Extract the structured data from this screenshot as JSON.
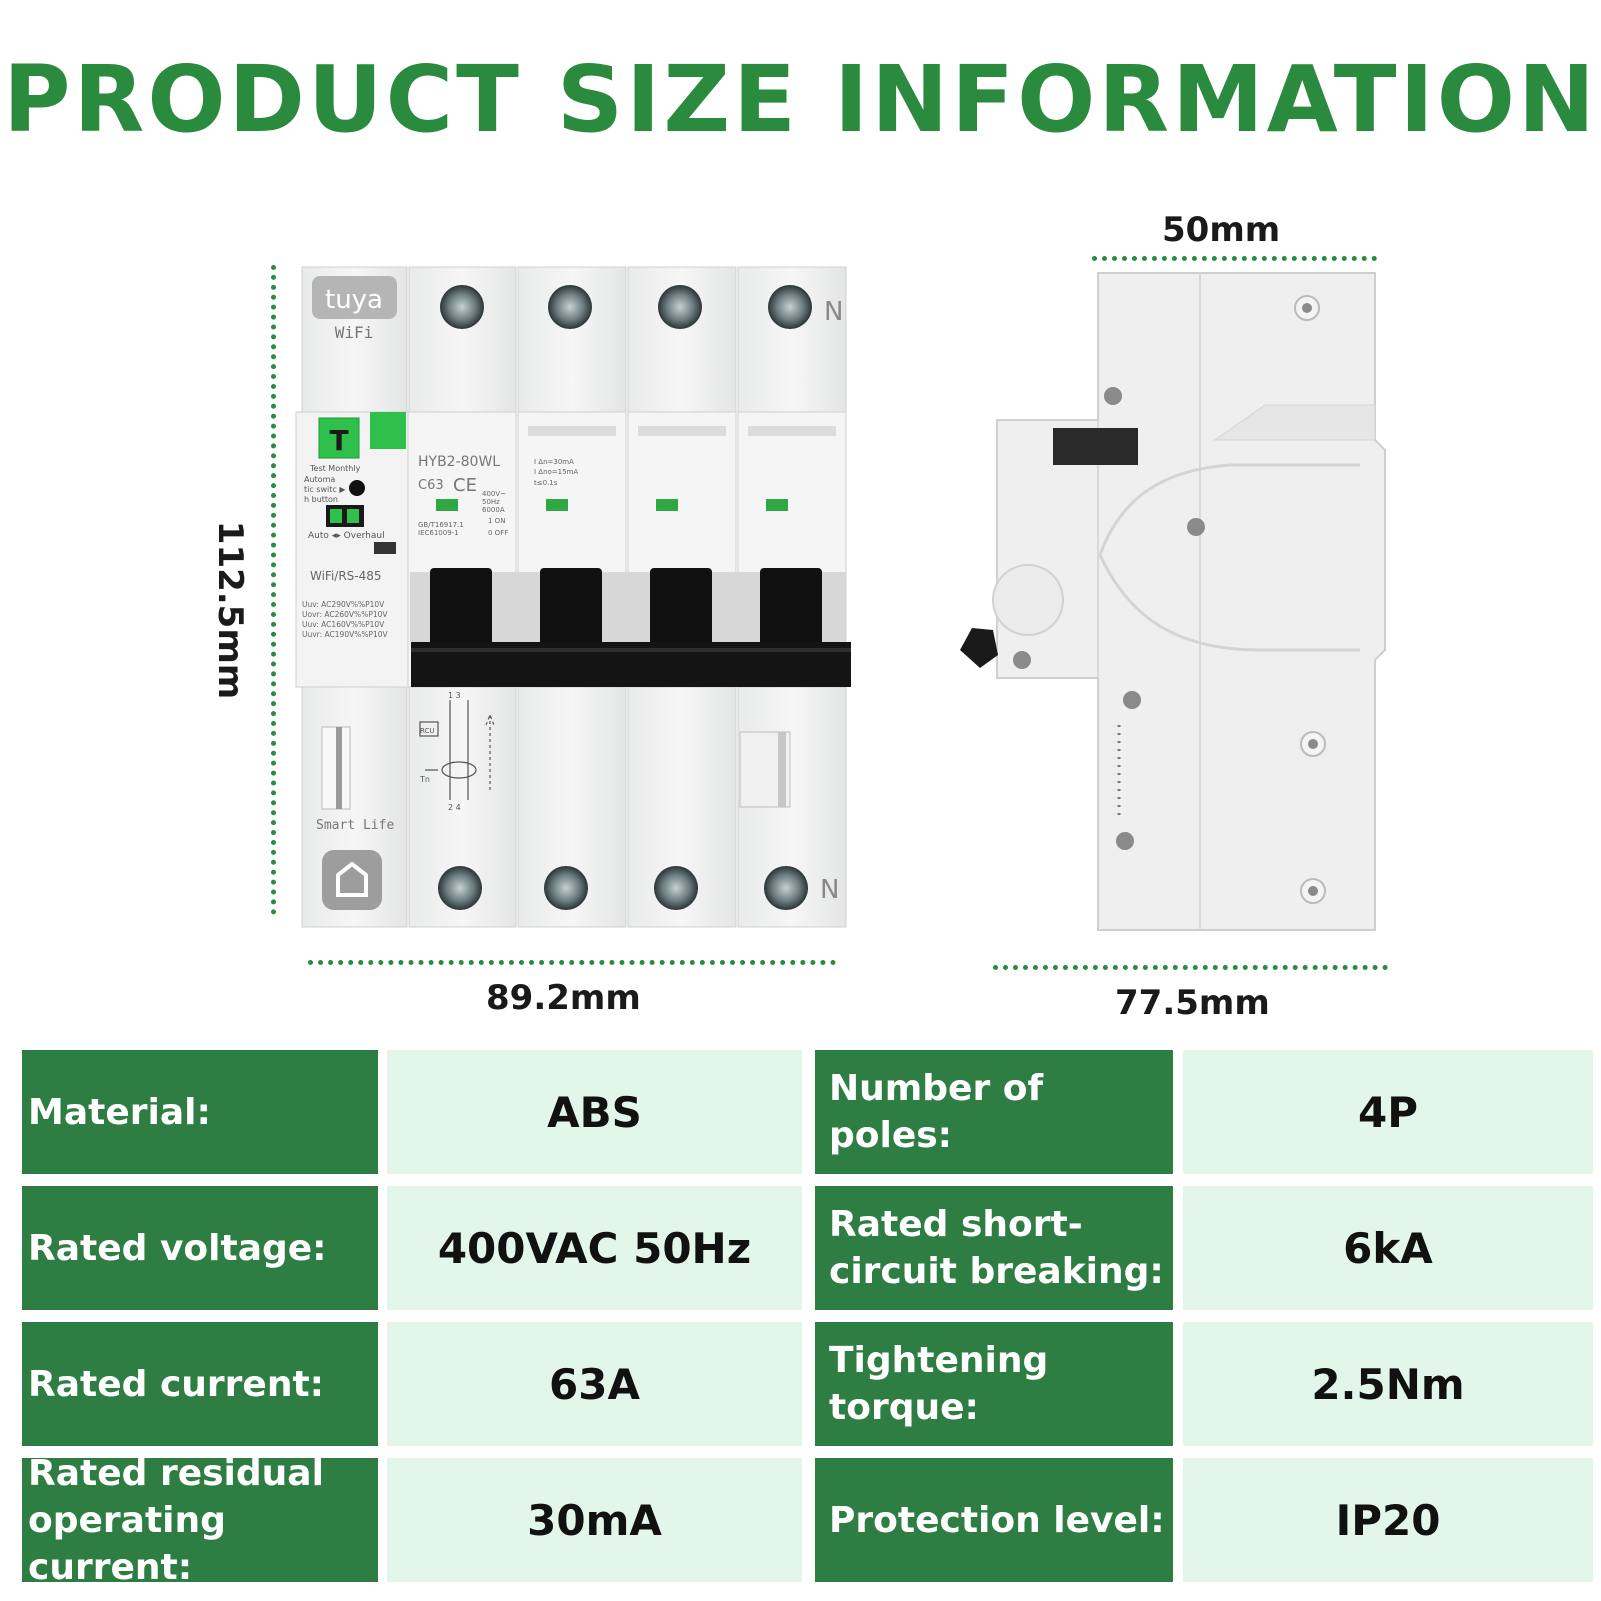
{
  "title": "PRODUCT SIZE INFORMATION",
  "dimensions": {
    "height": "112.5mm",
    "front_width": "89.2mm",
    "side_depth": "77.5mm",
    "side_width": "50mm"
  },
  "device": {
    "brand": "tuya",
    "wifi": "WiFi",
    "model": "HYB2-80WL",
    "rating": "C63",
    "ce": "CE",
    "test_button": "T",
    "test_text": "Test Monthly",
    "auto_text_1": "Automa",
    "auto_text_2": "tic switc ▶",
    "auto_text_3": "h button",
    "auto_overhaul": "Auto ◂▸ Overhaul",
    "comm": "WiFi/RS-485",
    "uuv_lines": [
      "Uuv: AC290V%%P10V",
      "Uovr: AC260V%%P10V",
      "Uuv: AC160V%%P10V",
      "Uuvr: AC190V%%P10V"
    ],
    "spec_lines": [
      "I Δn=30mA",
      "I Δno=15mA",
      "t≤0.1s"
    ],
    "std_lines": [
      "GB/T16917.1",
      "IEC61009-1"
    ],
    "volt_lines": [
      "400V~",
      "50Hz",
      "6000A"
    ],
    "on_label": "1 ON",
    "off_label": "0 OFF",
    "rcu": "RCU",
    "tn": "Tn",
    "smart_life": "Smart Life",
    "neutral": "N",
    "terminal_top": "1  3",
    "terminal_bottom": "2  4"
  },
  "specs": [
    {
      "label": "Material:",
      "value": "ABS",
      "label2": "Number of poles:",
      "value2": "4P"
    },
    {
      "label": "Rated voltage:",
      "value": "400VAC 50Hz",
      "label2": "Rated short-circuit breaking:",
      "value2": "6kA"
    },
    {
      "label": "Rated current:",
      "value": "63A",
      "label2": "Tightening torque:",
      "value2": "2.5Nm"
    },
    {
      "label": "Rated residual operating current:",
      "value": "30mA",
      "label2": "Protection level:",
      "value2": "IP20"
    }
  ],
  "colors": {
    "accent": "#2a8a3e",
    "label_bg": "#2e7d43",
    "value_bg": "#e2f6ea"
  }
}
